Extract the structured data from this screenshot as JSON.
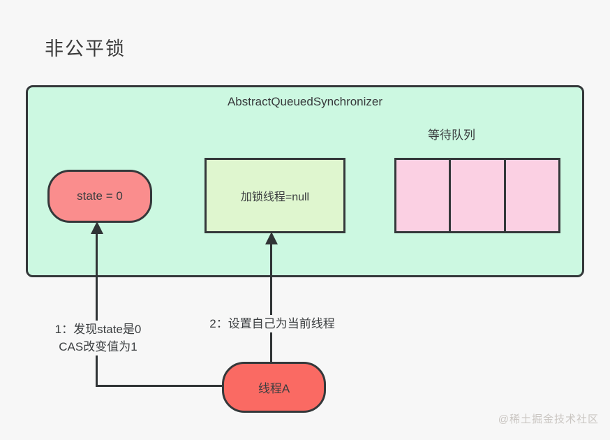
{
  "page": {
    "title": "非公平锁",
    "watermark": "@稀土掘金技术社区",
    "background": "#f7f7f7"
  },
  "aqs_container": {
    "title": "AbstractQueuedSynchronizer",
    "fill": "#ccf8e1",
    "state_box": {
      "label": "state = 0",
      "fill": "#fa8d8d"
    },
    "lock_thread_box": {
      "label": "加锁线程=null",
      "fill": "#dff6cf"
    },
    "wait_queue": {
      "label": "等待队列",
      "cell_count": 3,
      "cell_fill": "#fbd0e3"
    }
  },
  "thread_box": {
    "label": "线程A",
    "fill": "#fa6a63"
  },
  "annotations": {
    "step1": {
      "line1": "1：发现state是0",
      "line2": "CAS改变值为1"
    },
    "step2": "2：设置自己为当前线程"
  },
  "colors": {
    "line": "#303436",
    "border": "#34383a",
    "text": "#3b3b3b"
  }
}
